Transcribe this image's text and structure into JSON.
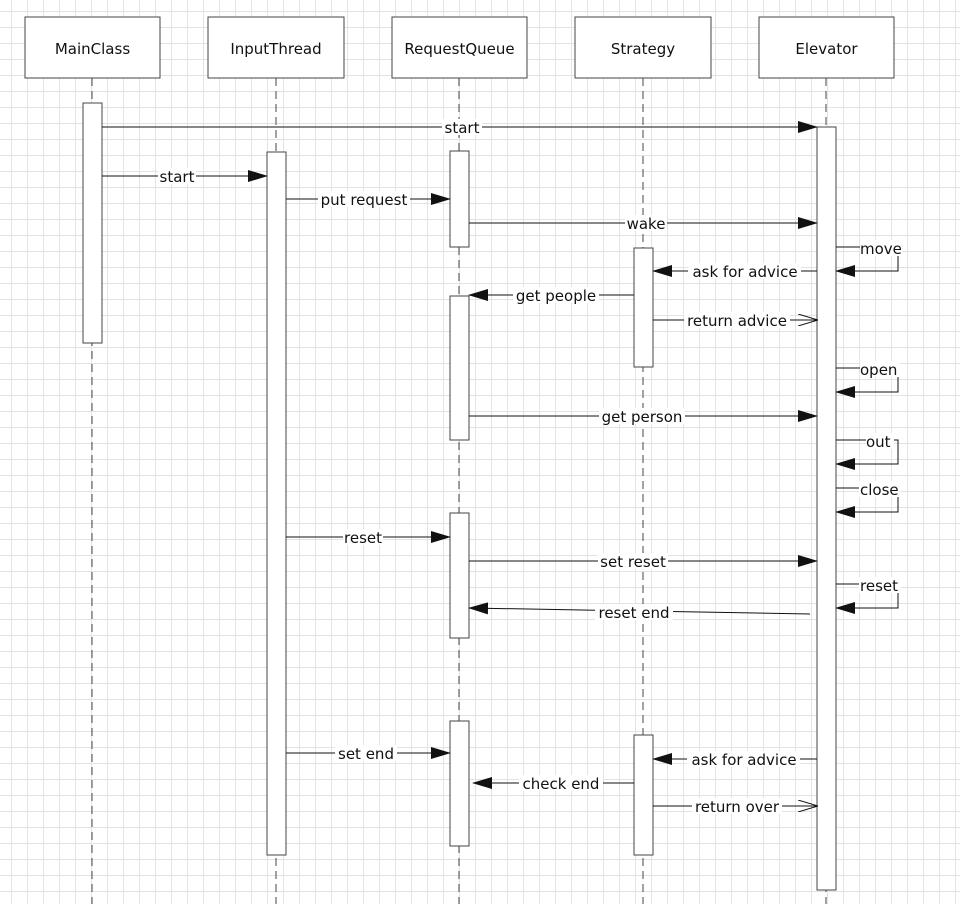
{
  "participants": [
    "MainClass",
    "InputThread",
    "RequestQueue",
    "Strategy",
    "Elevator"
  ],
  "messages": [
    {
      "label": "start",
      "from": "MainClass",
      "to": "Elevator",
      "kind": "sync"
    },
    {
      "label": "start",
      "from": "MainClass",
      "to": "InputThread",
      "kind": "sync"
    },
    {
      "label": "put request",
      "from": "InputThread",
      "to": "RequestQueue",
      "kind": "sync"
    },
    {
      "label": "wake",
      "from": "RequestQueue",
      "to": "Elevator",
      "kind": "sync"
    },
    {
      "label": "move",
      "from": "Elevator",
      "to": "Elevator",
      "kind": "self"
    },
    {
      "label": "ask for advice",
      "from": "Elevator",
      "to": "Strategy",
      "kind": "sync"
    },
    {
      "label": "get people",
      "from": "Strategy",
      "to": "RequestQueue",
      "kind": "sync"
    },
    {
      "label": "return advice",
      "from": "Strategy",
      "to": "Elevator",
      "kind": "reply"
    },
    {
      "label": "open",
      "from": "Elevator",
      "to": "Elevator",
      "kind": "self"
    },
    {
      "label": "get person",
      "from": "RequestQueue",
      "to": "Elevator",
      "kind": "sync"
    },
    {
      "label": "out",
      "from": "Elevator",
      "to": "Elevator",
      "kind": "self"
    },
    {
      "label": "close",
      "from": "Elevator",
      "to": "Elevator",
      "kind": "self"
    },
    {
      "label": "reset",
      "from": "InputThread",
      "to": "RequestQueue",
      "kind": "sync"
    },
    {
      "label": "set reset",
      "from": "RequestQueue",
      "to": "Elevator",
      "kind": "sync"
    },
    {
      "label": "reset",
      "from": "Elevator",
      "to": "Elevator",
      "kind": "self"
    },
    {
      "label": "reset end",
      "from": "Elevator",
      "to": "RequestQueue",
      "kind": "sync"
    },
    {
      "label": "set end",
      "from": "InputThread",
      "to": "RequestQueue",
      "kind": "sync"
    },
    {
      "label": "ask for advice",
      "from": "Elevator",
      "to": "Strategy",
      "kind": "sync"
    },
    {
      "label": "check end",
      "from": "Strategy",
      "to": "RequestQueue",
      "kind": "sync"
    },
    {
      "label": "return over",
      "from": "Strategy",
      "to": "Elevator",
      "kind": "reply"
    }
  ]
}
